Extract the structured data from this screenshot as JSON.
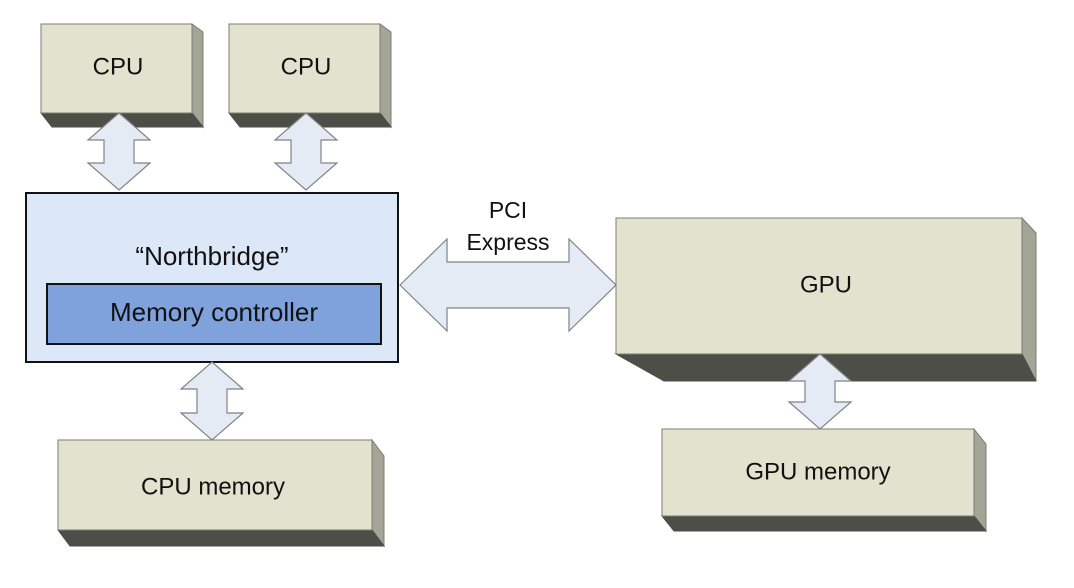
{
  "diagram": {
    "cpu_1": {
      "label": "CPU"
    },
    "cpu_2": {
      "label": "CPU"
    },
    "northbridge": {
      "label": "“Northbridge”"
    },
    "memory_controller": {
      "label": "Memory controller"
    },
    "pci_express": {
      "line1": "PCI",
      "line2": "Express"
    },
    "gpu": {
      "label": "GPU"
    },
    "cpu_memory": {
      "label": "CPU memory"
    },
    "gpu_memory": {
      "label": "GPU memory"
    }
  },
  "colors": {
    "box_face": "#e1e3cf",
    "box_side": "#a3a596",
    "box_shadow": "#4d4e47",
    "box_stroke": "#7c7d72",
    "northbridge_fill": "#dce7f7",
    "memory_controller_fill": "#7fa2dc",
    "arrow_fill": "#e5ebf5",
    "arrow_stroke": "#7f8288",
    "outline": "#111111"
  }
}
